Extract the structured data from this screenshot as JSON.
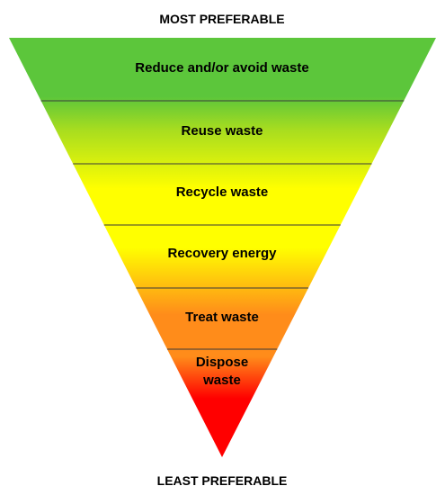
{
  "top_label": "MOST PREFERABLE",
  "bottom_label": "LEAST PREFERABLE",
  "tiers": [
    {
      "lines": [
        "Reduce and/or avoid waste"
      ]
    },
    {
      "lines": [
        "Reuse waste"
      ]
    },
    {
      "lines": [
        "Recycle waste"
      ]
    },
    {
      "lines": [
        "Recovery energy"
      ]
    },
    {
      "lines": [
        "Treat waste"
      ]
    },
    {
      "lines": [
        "Dispose",
        "waste"
      ]
    }
  ],
  "colors": {
    "top": "#5cc63b",
    "upper": "#a8dd1f",
    "middle": "#ffff00",
    "lower": "#ff8c1a",
    "bottom": "#ff0000",
    "divider": "#3a3a3a"
  }
}
